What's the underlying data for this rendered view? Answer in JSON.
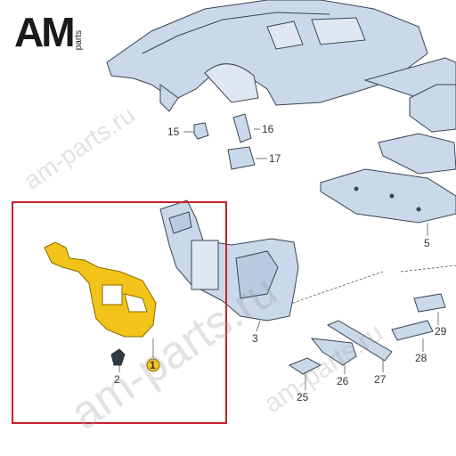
{
  "logo": {
    "main": "AM",
    "sub": "parts"
  },
  "watermarks": [
    "am-parts.ru",
    "am-parts.ru",
    "am-parts.ru"
  ],
  "callouts": {
    "c1": "1",
    "c2": "2",
    "c3": "3",
    "c5": "5",
    "c15": "15",
    "c16": "16",
    "c17": "17",
    "c25": "25",
    "c26": "26",
    "c27": "27",
    "c28": "28",
    "c29": "29"
  },
  "colors": {
    "part_blue": "#c9d9ea",
    "part_outline": "#3a4652",
    "highlight_yellow": "#f2c318",
    "frame_red": "#c8202b"
  }
}
